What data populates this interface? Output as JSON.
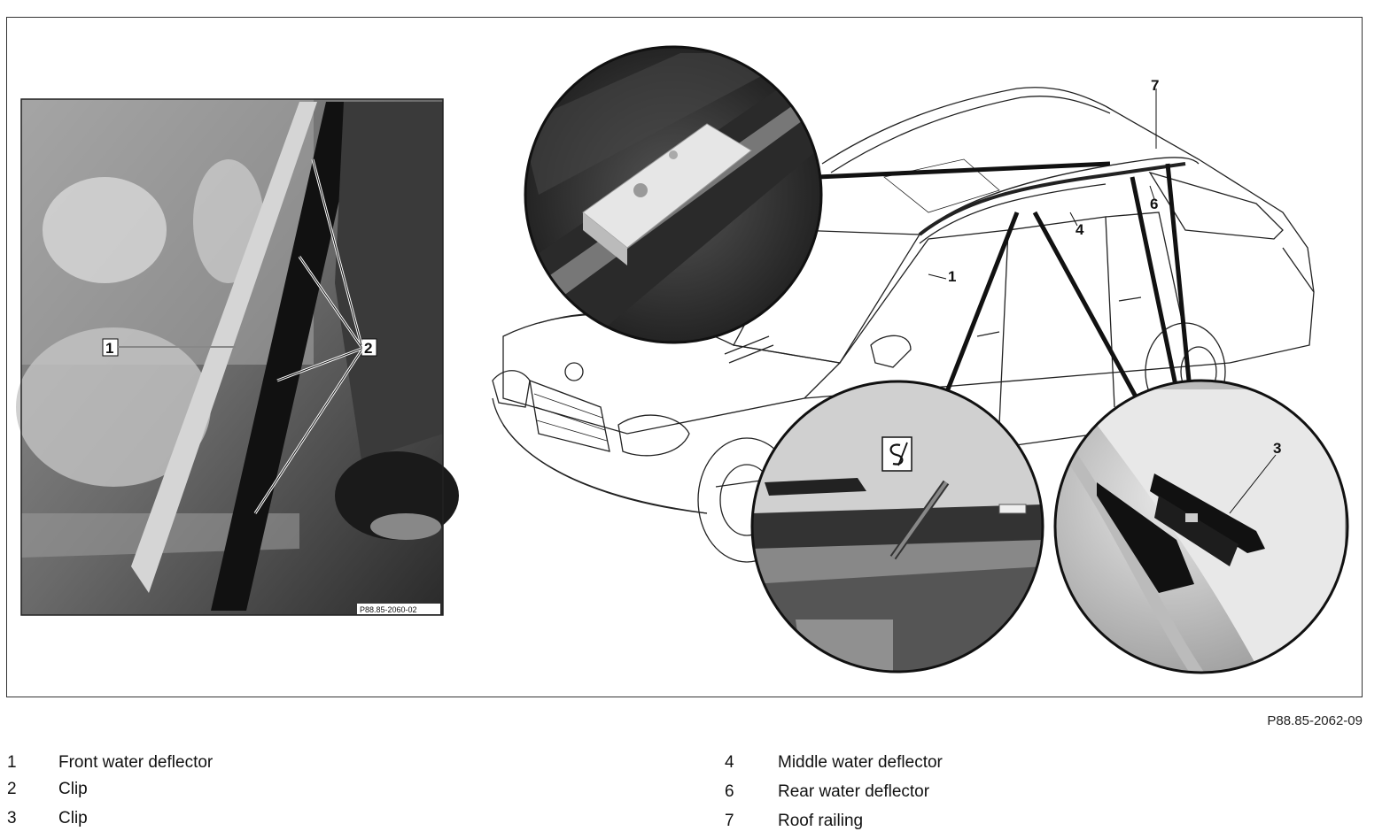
{
  "figure": {
    "code": "P88.85-2062-09",
    "photo_code": "P88.85-2060-02",
    "callouts": [
      "1",
      "2",
      "3",
      "4",
      "6",
      "7"
    ]
  },
  "legend": [
    {
      "num": "1",
      "text": "Front water deflector"
    },
    {
      "num": "2",
      "text": "Clip"
    },
    {
      "num": "3",
      "text": "Clip"
    },
    {
      "num": "4",
      "text": "Middle water deflector"
    },
    {
      "num": "6",
      "text": "Rear water deflector"
    },
    {
      "num": "7",
      "text": "Roof railing"
    }
  ],
  "icons": {
    "special_tool_symbol": "special-tool-icon"
  }
}
